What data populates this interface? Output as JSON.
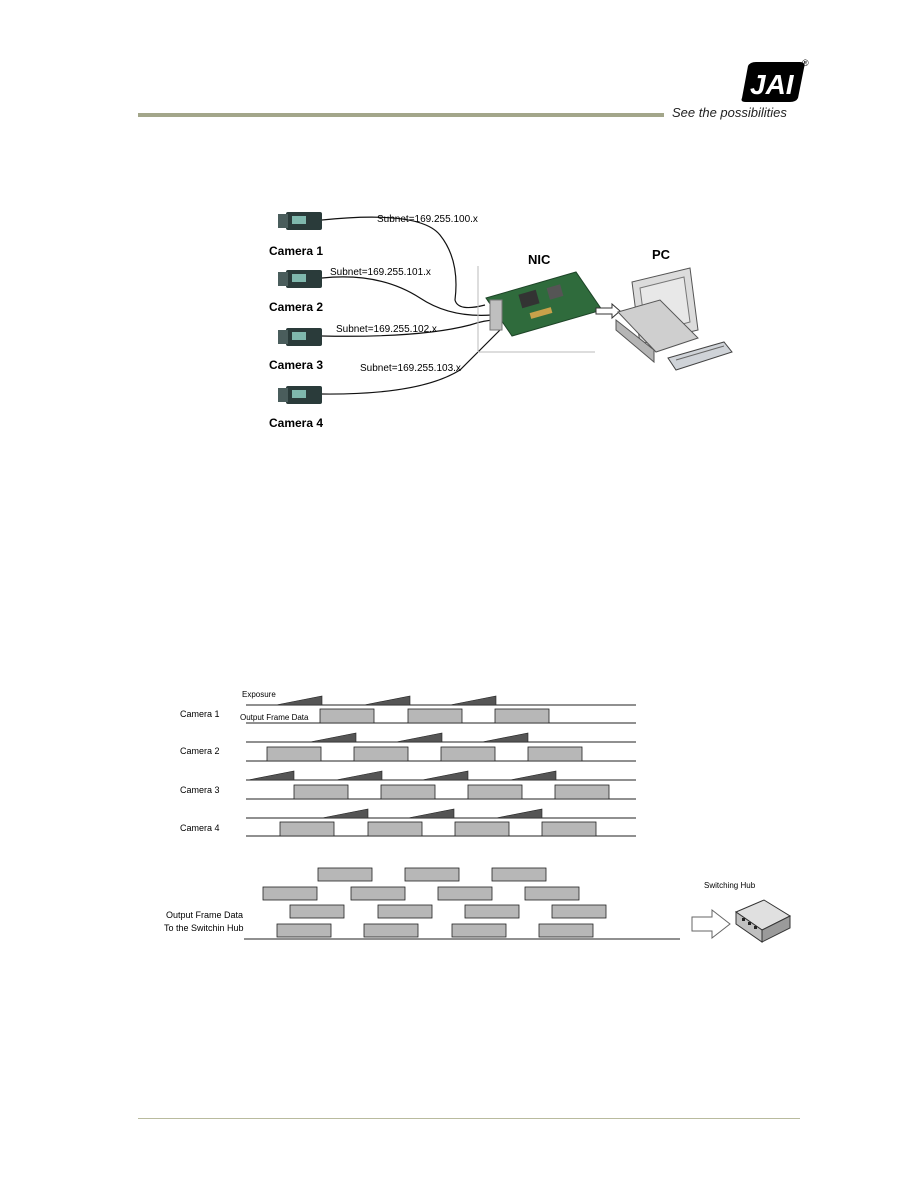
{
  "brand": {
    "logo_text": "JAI",
    "registered_mark": "®",
    "tagline": "See the possibilities",
    "accent_color": "#a3a68a"
  },
  "network_diagram": {
    "cameras": [
      {
        "label": "Camera 1",
        "subnet": "Subnet=169.255.100.x"
      },
      {
        "label": "Camera 2",
        "subnet": "Subnet=169.255.101.x"
      },
      {
        "label": "Camera 3",
        "subnet": "Subnet=169.255.102.x"
      },
      {
        "label": "Camera 4",
        "subnet": "Subnet=169.255.103.x"
      }
    ],
    "nic_label": "NIC",
    "pc_label": "PC"
  },
  "timing_diagram": {
    "exposure_label": "Exposure",
    "output_frame_label": "Output Frame Data",
    "rows": [
      {
        "label": "Camera 1"
      },
      {
        "label": "Camera 2"
      },
      {
        "label": "Camera 3"
      },
      {
        "label": "Camera 4"
      }
    ],
    "merged_label_line1": "Output Frame Data",
    "merged_label_line2": "To the Switchin Hub",
    "hub_label": "Switching Hub",
    "frame_fill": "#b7b7b7"
  }
}
